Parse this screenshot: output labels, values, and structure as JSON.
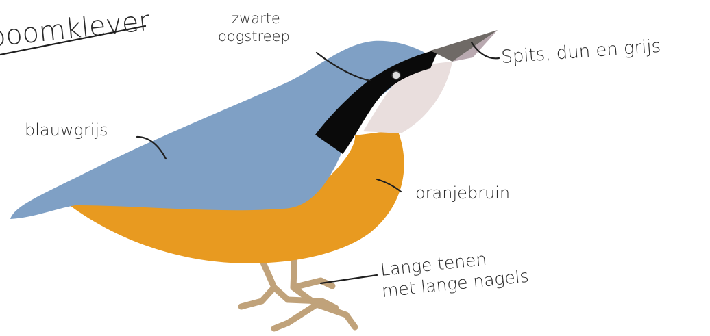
{
  "title": "boomklever",
  "labels": {
    "eyestripe_line1": "zwarte",
    "eyestripe_line2": "oogstreep",
    "beak": "Spits, dun en grijs",
    "back": "blauwgrijs",
    "belly": "oranjebruin",
    "toes_line1": "Lange tenen",
    "toes_line2": "met lange nagels"
  },
  "colors": {
    "back": "#7fa0c5",
    "belly": "#e89a20",
    "throat": "#e9dedd",
    "eyestripe": "#0a0a0a",
    "beak": "#6f6a66",
    "legs": "#c0a27a",
    "ink": "#2b2b2b"
  }
}
